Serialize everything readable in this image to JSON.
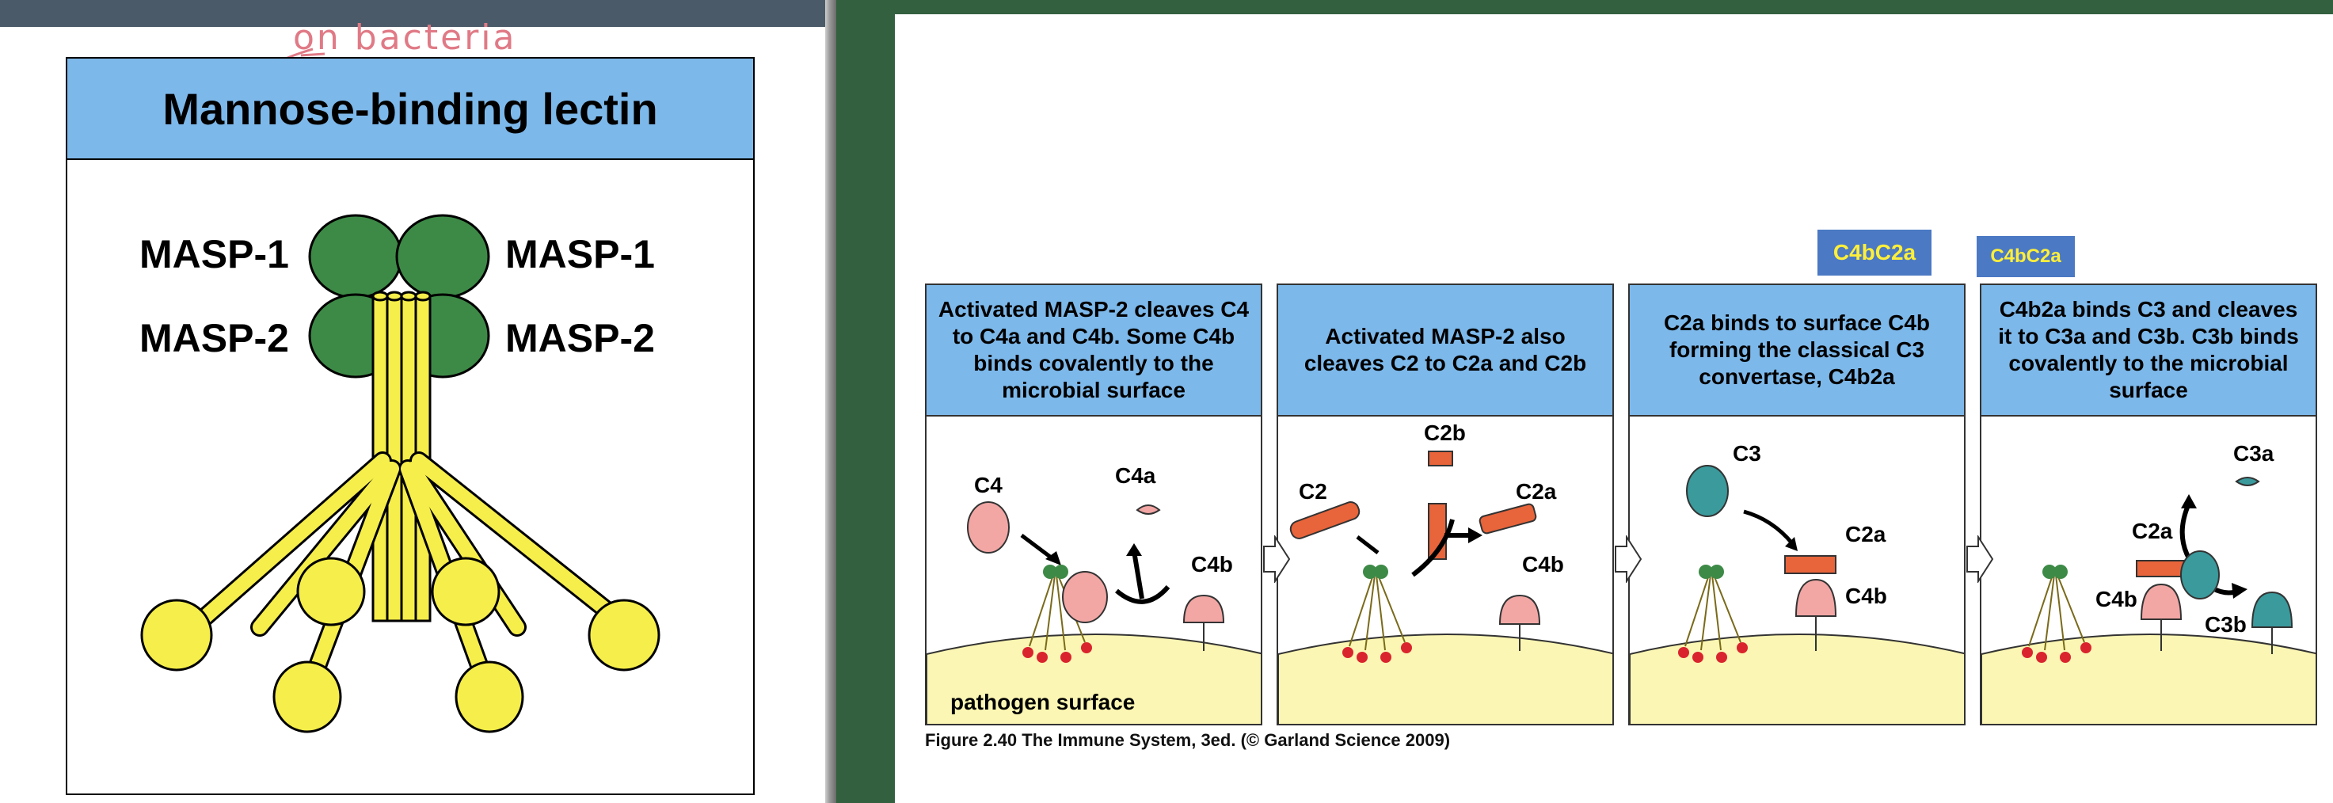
{
  "left_slide": {
    "title": "Mannose-binding lectin",
    "annotation": "on bacteria",
    "masp1_left": "MASP-1",
    "masp1_right": "MASP-1",
    "masp2_left": "MASP-2",
    "masp2_right": "MASP-2"
  },
  "right_slide": {
    "badges": [
      "C4bC2a",
      "C4bC2a"
    ],
    "panels": [
      {
        "header": "Activated MASP-2 cleaves C4 to C4a and C4b. Some C4b binds covalently to the microbial surface",
        "labels": [
          "C4",
          "C4a",
          "C4b"
        ],
        "surface_label": "pathogen surface"
      },
      {
        "header": "Activated MASP-2 also cleaves C2 to C2a and C2b",
        "labels": [
          "C2",
          "C2b",
          "C2a",
          "C4b"
        ]
      },
      {
        "header": "C2a binds to surface C4b forming the classical C3 convertase, C4b2a",
        "labels": [
          "C3",
          "C2a",
          "C4b"
        ]
      },
      {
        "header": "C4b2a binds C3 and cleaves it to C3a and C3b. C3b binds covalently to the microbial surface",
        "labels": [
          "C3a",
          "C2a",
          "C4b",
          "C3b"
        ]
      }
    ],
    "caption": "Figure 2.40  The Immune System, 3ed. (© Garland Science 2009)"
  },
  "colors": {
    "header_blue": "#7db8ea",
    "masp_green": "#3d8a47",
    "lectin_yellow": "#f6ee4a",
    "surface_yellow": "#fbf6b3",
    "c4_pink": "#f2a7a5",
    "c2_orange": "#e8643a",
    "c3_teal": "#3a9a9c",
    "badge_blue": "#4b79c3",
    "badge_text": "#ffef3a"
  }
}
